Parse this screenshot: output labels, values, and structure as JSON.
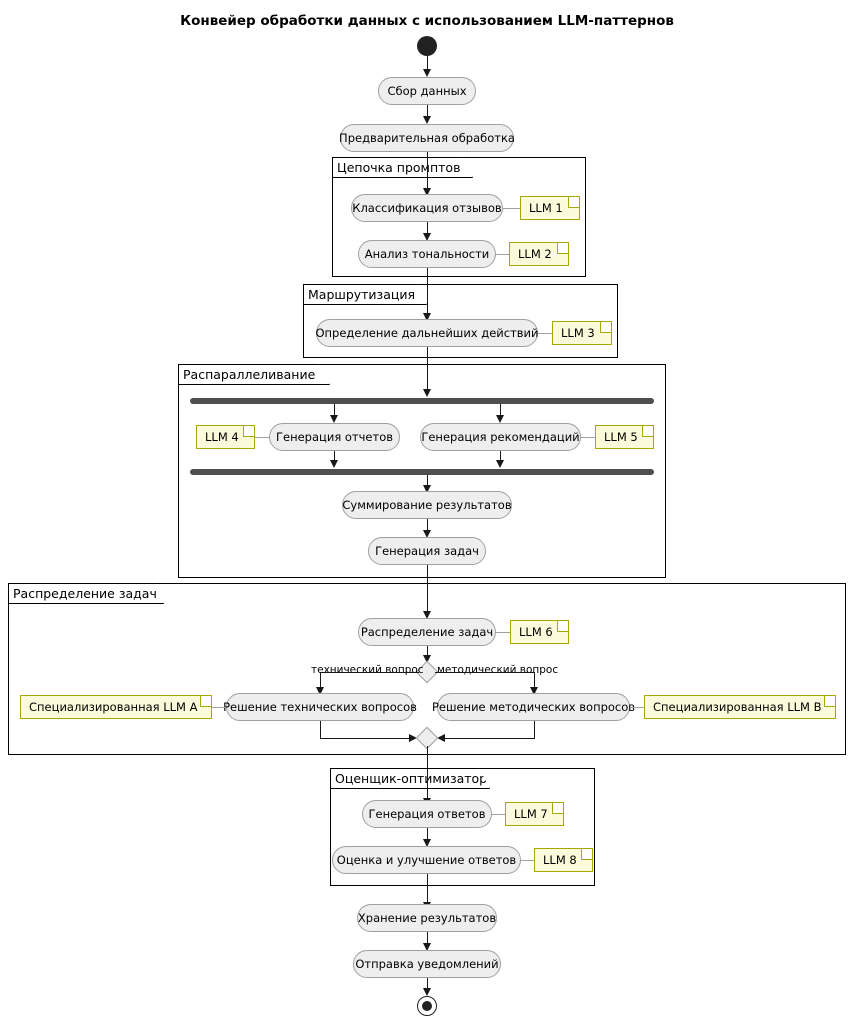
{
  "title": "Конвейер обработки данных с использованием LLM-паттернов",
  "nodes": {
    "start": "start-node",
    "end": "end-node",
    "collect": "Сбор данных",
    "preprocess": "Предварительная обработка",
    "classify": "Классификация отзывов",
    "sentiment": "Анализ тональности",
    "routing_decide": "Определение дальнейших действий",
    "gen_reports": "Генерация отчетов",
    "gen_recommendations": "Генерация рекомендаций",
    "summarize": "Суммирование результатов",
    "gen_tasks": "Генерация задач",
    "distribute": "Распределение задач",
    "solve_technical": "Решение технических вопросов",
    "solve_methodical": "Решение методических вопросов",
    "gen_answers": "Генерация ответов",
    "evaluate_improve": "Оценка и улучшение ответов",
    "store": "Хранение результатов",
    "notify": "Отправка уведомлений"
  },
  "partitions": {
    "prompt_chain": "Цепочка промптов",
    "routing": "Маршрутизация",
    "parallelization": "Распараллеливание",
    "task_distribution": "Распределение задач",
    "evaluator_optimizer": "Оценщик-оптимизатор"
  },
  "notes": {
    "llm1": "LLM 1",
    "llm2": "LLM 2",
    "llm3": "LLM 3",
    "llm4": "LLM 4",
    "llm5": "LLM 5",
    "llm6": "LLM 6",
    "llm7": "LLM 7",
    "llm8": "LLM 8",
    "specialized_a": "Специализированная LLM A",
    "specialized_b": "Специализированная LLM B"
  },
  "branch_labels": {
    "technical": "технический вопрос",
    "methodical": "методический вопрос"
  },
  "colors": {
    "activity_fill": "#EEEEEE",
    "activity_border": "#A0A0A0",
    "note_fill": "#FBFBDB",
    "note_border": "#A8A804",
    "line": "#181818",
    "bar": "#4F4F4F",
    "partition_border": "#000000",
    "page_background": "#FFFFFF"
  }
}
